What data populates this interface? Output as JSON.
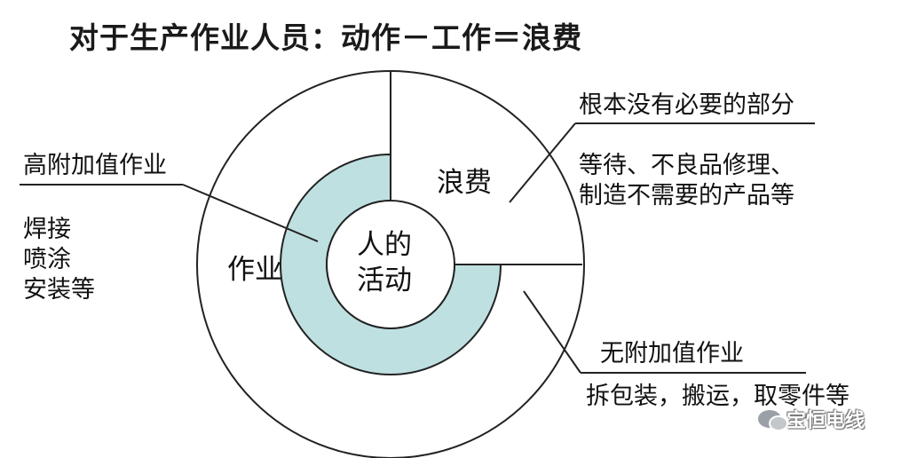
{
  "title": "对于生产作业人员：动作－工作＝浪费",
  "center": {
    "line1": "人的",
    "line2": "活动"
  },
  "regions": {
    "waste": "浪费",
    "work": "作业"
  },
  "left_callout": {
    "heading": "高附加值作业",
    "examples": [
      "焊接",
      "喷涂",
      "安装等"
    ]
  },
  "right_top_callout": {
    "heading": "根本没有必要的部分",
    "examples": [
      "等待、不良品修理、",
      "制造不需要的产品等"
    ]
  },
  "right_bottom_callout": {
    "heading": "无附加值作业",
    "examples": "拆包装，搬运，取零件等"
  },
  "watermark": "宝恒电线",
  "colors": {
    "ring_fill": "#bfe0e0",
    "stroke": "#222222",
    "background": "#ffffff"
  }
}
